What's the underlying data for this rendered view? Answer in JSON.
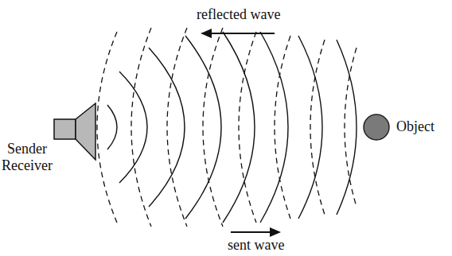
{
  "diagram": {
    "nodes": [
      {
        "text": [
          "Sender Receiver"
        ]
      },
      {
        "text": [
          "Object"
        ]
      }
    ],
    "labels": [
      "reflected wave",
      "sent wave"
    ]
  }
}
